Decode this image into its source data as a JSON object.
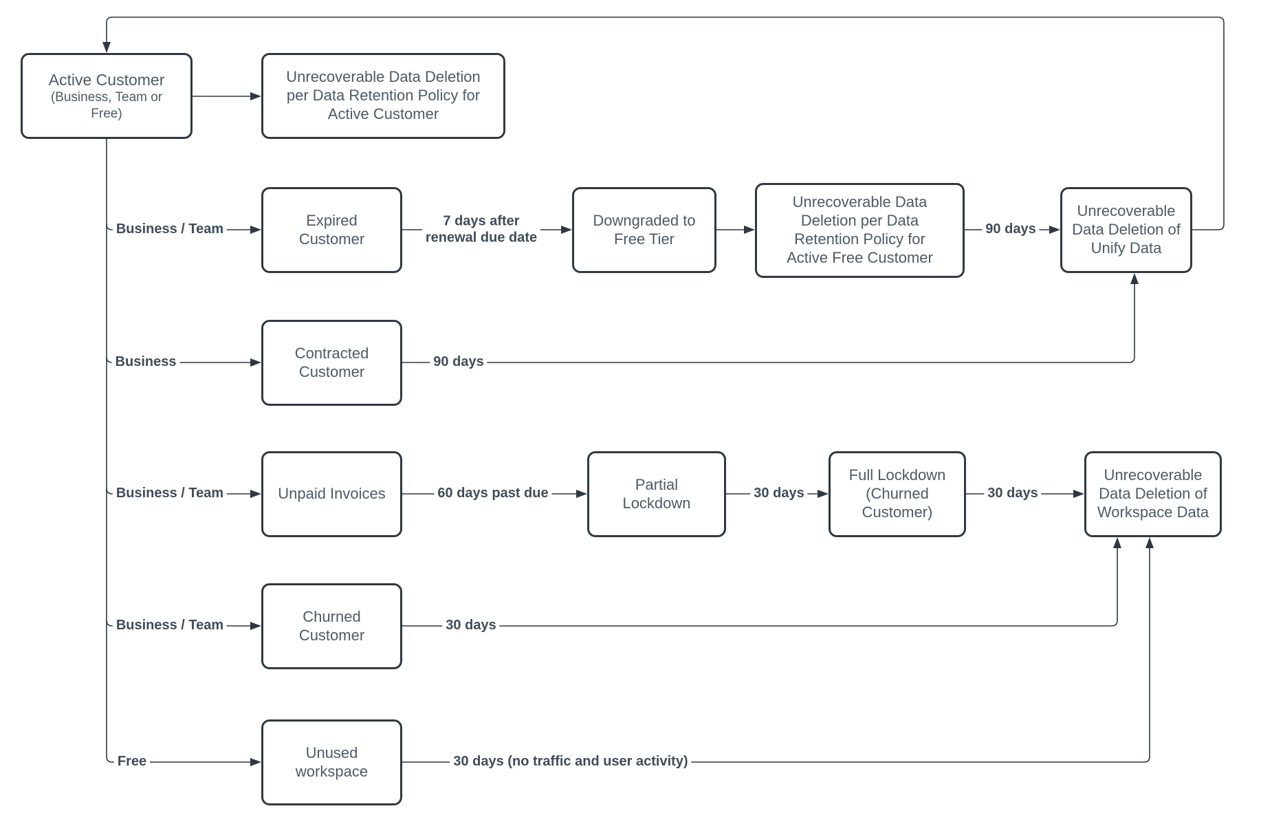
{
  "diagram": {
    "title": "Customer data retention and deletion flowchart",
    "nodes": {
      "active_customer": {
        "title": "Active Customer",
        "subtitle": "(Business, Team or\nFree)"
      },
      "active_deletion": {
        "label": "Unrecoverable Data Deletion\nper Data Retention Policy for\nActive Customer"
      },
      "expired": {
        "label": "Expired\nCustomer"
      },
      "downgraded": {
        "label": "Downgraded to\nFree Tier"
      },
      "active_free_deletion": {
        "label": "Unrecoverable Data\nDeletion per Data\nRetention Policy for\nActive Free Customer"
      },
      "unify_deletion": {
        "label": "Unrecoverable\nData Deletion of\nUnify Data"
      },
      "contracted": {
        "label": "Contracted\nCustomer"
      },
      "unpaid": {
        "label": "Unpaid Invoices"
      },
      "partial_lockdown": {
        "label": "Partial\nLockdown"
      },
      "full_lockdown": {
        "label": "Full Lockdown\n(Churned\nCustomer)"
      },
      "workspace_deletion": {
        "label": "Unrecoverable\nData Deletion of\nWorkspace Data"
      },
      "churned": {
        "label": "Churned\nCustomer"
      },
      "unused": {
        "label": "Unused\nworkspace"
      }
    },
    "edge_labels": {
      "business_team_expired": "Business / Team",
      "seven_days": "7 days after\nrenewal due date",
      "ninety_days_free": "90 days",
      "business_contracted": "Business",
      "ninety_days_contracted": "90 days",
      "business_team_unpaid": "Business / Team",
      "sixty_days": "60 days past due",
      "thirty_days_partial": "30 days",
      "thirty_days_full": "30 days",
      "business_team_churned": "Business / Team",
      "thirty_days_churned": "30 days",
      "free_unused": "Free",
      "thirty_days_unused": "30 days (no traffic and user activity)"
    },
    "colors": {
      "stroke": "#2f3842",
      "node_text": "#4d5a66",
      "label_text": "#3f4c59",
      "background": "#ffffff"
    }
  }
}
